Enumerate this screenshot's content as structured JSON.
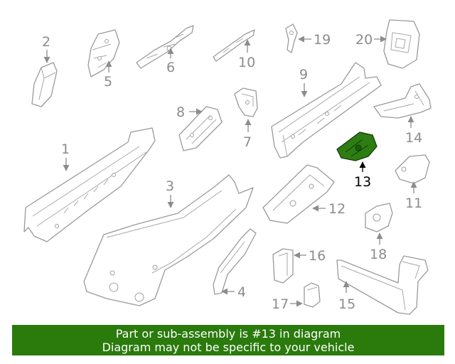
{
  "diagram": {
    "callouts": {
      "c1": "1",
      "c2": "2",
      "c3": "3",
      "c4": "4",
      "c5": "5",
      "c6": "6",
      "c7": "7",
      "c8": "8",
      "c9": "9",
      "c10": "10",
      "c11": "11",
      "c12": "12",
      "c13": "13",
      "c14": "14",
      "c15": "15",
      "c16": "16",
      "c17": "17",
      "c18": "18",
      "c19": "19",
      "c20": "20"
    },
    "highlighted_part": "13",
    "highlight_color": "#2e7d12",
    "line_color": "#9a9a9a"
  },
  "banner": {
    "line1": "Part or sub-assembly is #13 in diagram",
    "line2": "Diagram may not be specific to your vehicle",
    "background_color": "#2a7a0c"
  }
}
